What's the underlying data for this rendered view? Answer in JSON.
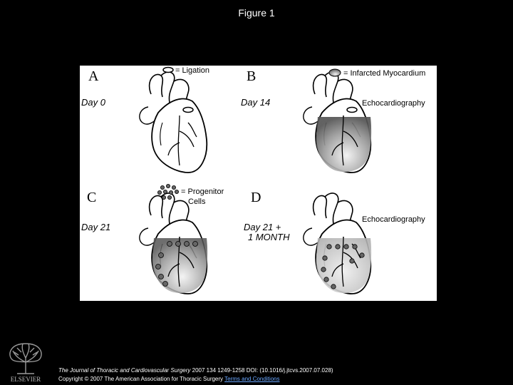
{
  "slide": {
    "title": "Figure 1"
  },
  "figure": {
    "panels": [
      {
        "letter": "A",
        "day": "Day 0"
      },
      {
        "letter": "B",
        "day": "Day 14",
        "note": "Echocardiography"
      },
      {
        "letter": "C",
        "day": "Day 21"
      },
      {
        "letter": "D",
        "day_line1": "Day 21 +",
        "day_line2": "1 MONTH",
        "note": "Echocardiography"
      }
    ],
    "legend": {
      "ligation": "= Ligation",
      "infarct": "= Infarcted Myocardium",
      "progenitor_line1": "= Progenitor",
      "progenitor_line2": "Cells"
    }
  },
  "citation": {
    "journal": "The Journal of Thoracic and Cardiovascular Surgery",
    "reference": " 2007 134 1249-1258 DOI: (10.1016/j.jtcvs.2007.07.028) ",
    "copyright": "Copyright © 2007 The American Association for Thoracic Surgery ",
    "link": "Terms and Conditions"
  },
  "publisher": {
    "name": "ELSEVIER"
  }
}
